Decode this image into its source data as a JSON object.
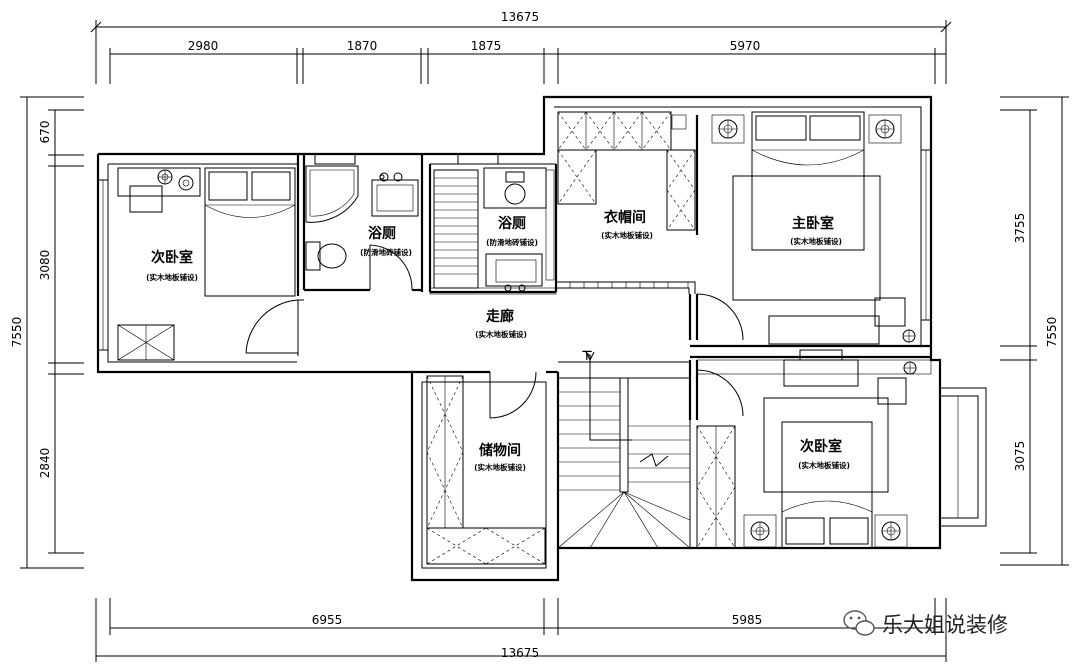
{
  "dimensions": {
    "top_total": "13675",
    "top_segments": [
      "2980",
      "1870",
      "1875",
      "5970"
    ],
    "left_total": "7550",
    "left_segments": [
      "670",
      "3080",
      "2840"
    ],
    "right_total": "7550",
    "right_segments": [
      "3755",
      "3075"
    ],
    "bottom_segments": [
      "6955",
      "5985"
    ],
    "bottom_total": "13675"
  },
  "rooms": {
    "bedroom_left": {
      "name": "次卧室",
      "floor": "(实木地板铺设)"
    },
    "bathroom_1": {
      "name": "浴厕",
      "floor": "(防滑地砖铺设)"
    },
    "bathroom_2": {
      "name": "浴厕",
      "floor": "(防滑地砖铺设)"
    },
    "closet": {
      "name": "衣帽间",
      "floor": "(实木地板铺设)"
    },
    "master_bedroom": {
      "name": "主卧室",
      "floor": "(实木地板铺设)"
    },
    "corridor": {
      "name": "走廊",
      "floor": "(实木地板铺设)"
    },
    "storage": {
      "name": "储物间",
      "floor": "(实木地板铺设)"
    },
    "bedroom_right": {
      "name": "次卧室",
      "floor": "(实木地板铺设)"
    }
  },
  "stair_label": "下",
  "watermark": "乐大姐说装修",
  "watermark_icon": "wechat-icon"
}
